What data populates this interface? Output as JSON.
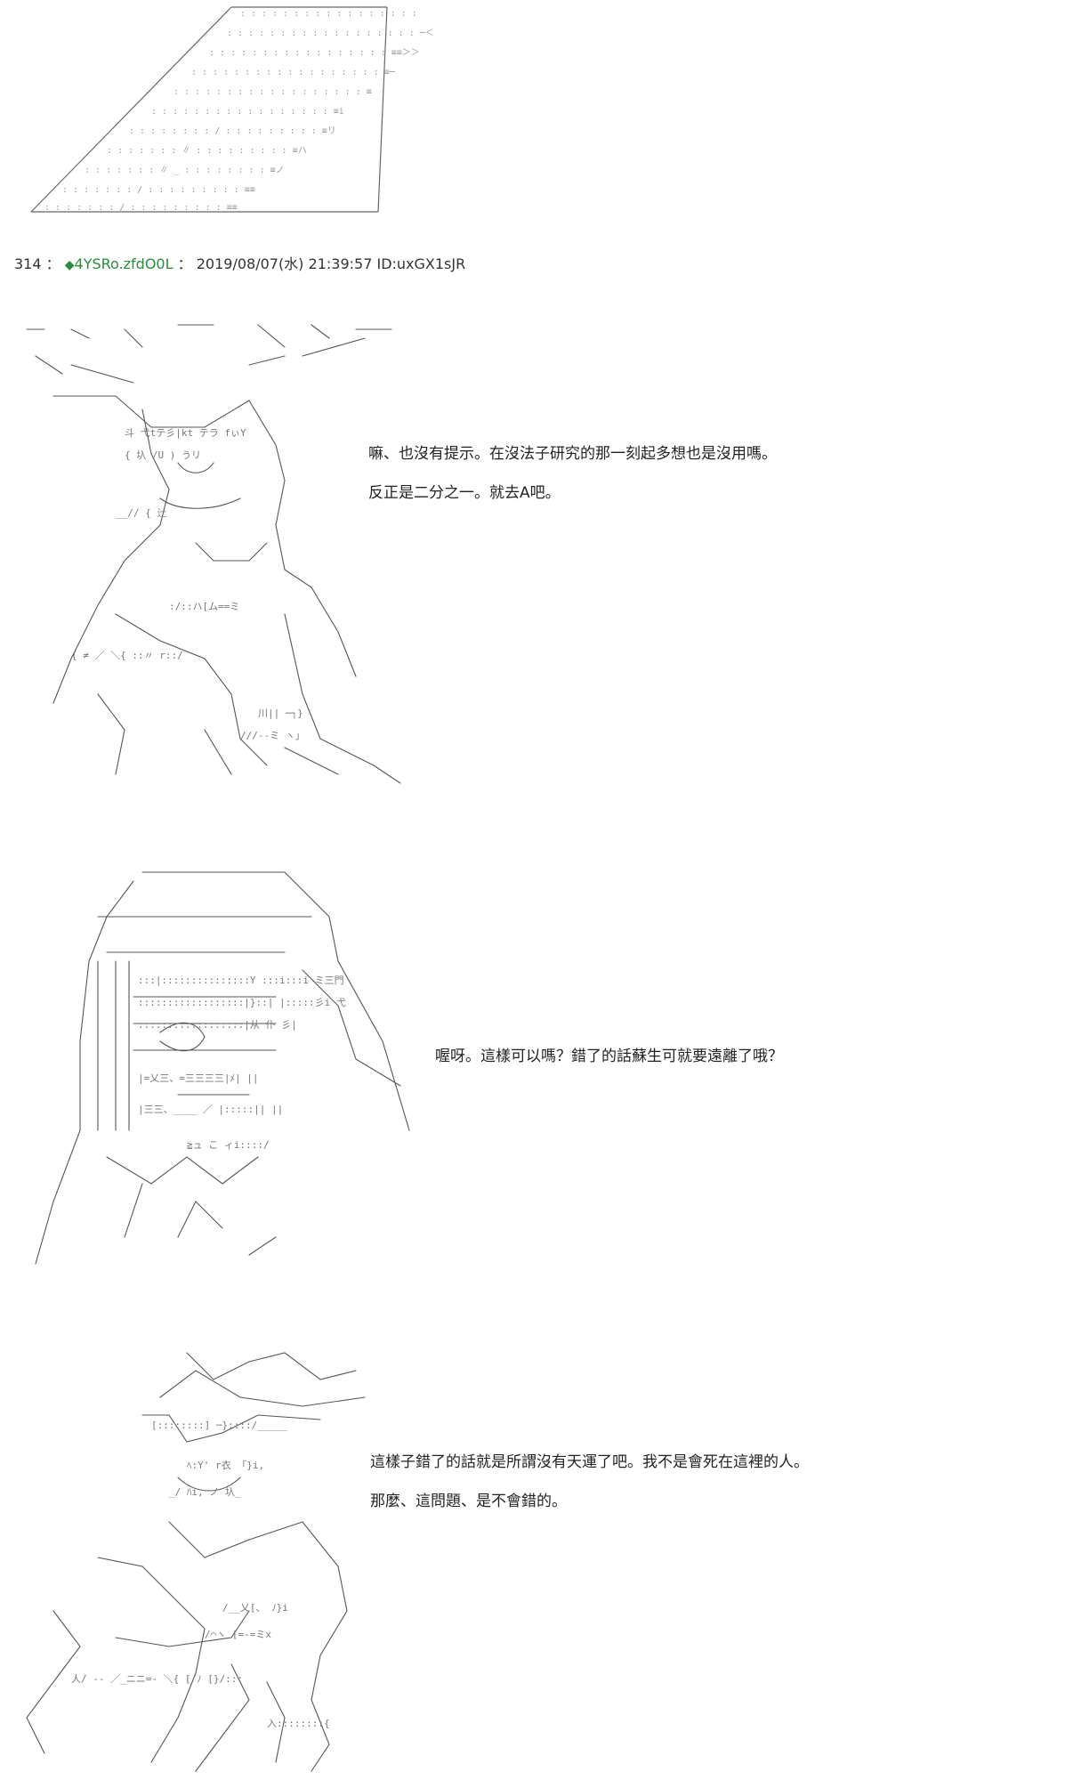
{
  "post": {
    "number": "314",
    "sep1": "：",
    "trip": "4YSRo.zfdO0L",
    "sep2": "：",
    "datetime": "2019/08/07(水) 21:39:57",
    "id": "ID:uxGX1sJR"
  },
  "dialogs": [
    {
      "lines": [
        "嘛、也沒有提示。在沒法子研究的那一刻起多想也是沒用嗎。",
        "反正是二分之一。就去A吧。"
      ]
    },
    {
      "lines": [
        "喔呀。這樣可以嗎？錯了的話蘇生可就要遠離了哦？"
      ]
    },
    {
      "lines": [
        "這樣子錯了的話就是所謂沒有天運了吧。我不是會死在這裡的人。",
        "那麼、這問題、是不會錯的。"
      ]
    }
  ],
  "colors": {
    "trip": "#2b8a3e",
    "art": "#555555"
  }
}
